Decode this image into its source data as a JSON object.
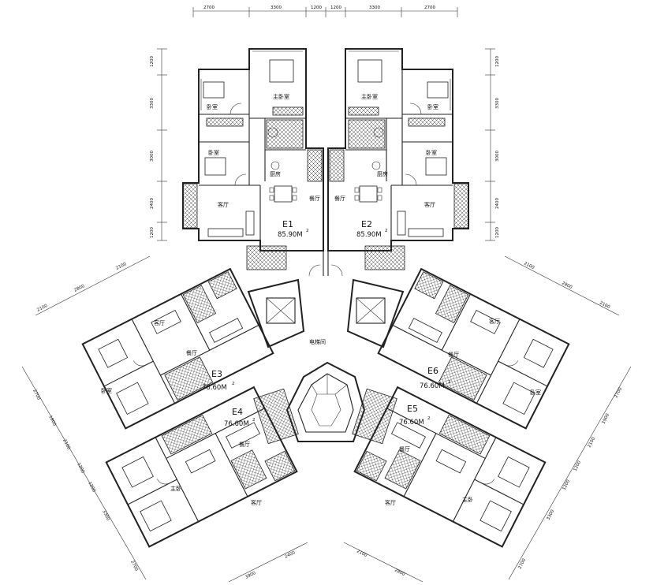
{
  "top_dimensions": [
    "2700",
    "3300",
    "1200",
    "1200",
    "3300",
    "2700"
  ],
  "left_dimensions_e1": [
    "1200",
    "3300",
    "3000",
    "2400",
    "1200"
  ],
  "right_dimensions_e2": [
    "1200",
    "3300",
    "3000",
    "2400",
    "1200"
  ],
  "units": [
    {
      "name": "E1",
      "area": "85.90M",
      "sup": "2"
    },
    {
      "name": "E2",
      "area": "85.90M",
      "sup": "2"
    },
    {
      "name": "E3",
      "area": "76.60M",
      "sup": "2"
    },
    {
      "name": "E4",
      "area": "76.60M",
      "sup": "2"
    },
    {
      "name": "E5",
      "area": "76.60M",
      "sup": "2"
    },
    {
      "name": "E6",
      "area": "76.60M",
      "sup": "2"
    }
  ],
  "elevator_hall": "电梯间",
  "room_labels": {
    "e1": [
      "主卧室",
      "卧室",
      "卧室",
      "客厅",
      "餐厅",
      "厨房"
    ],
    "e2": [
      "主卧室",
      "卧室",
      "卧室",
      "客厅",
      "餐厅",
      "厨房"
    ],
    "e3": [
      "客厅",
      "餐厅",
      "卧室"
    ],
    "e4": [
      "客厅",
      "餐厅",
      "主卧"
    ],
    "e5": [
      "客厅",
      "餐厅",
      "主卧"
    ],
    "e6": [
      "客厅",
      "餐厅",
      "卧室"
    ]
  },
  "upper_left_dimensions": [
    "2100",
    "2800",
    "2100"
  ],
  "left_side_dimensions": [
    "2700",
    "1900",
    "2100",
    "1200",
    "1200",
    "3300",
    "2700"
  ],
  "upper_right_dimensions": [
    "2100",
    "2800",
    "2100"
  ],
  "right_side_dimensions": [
    "2700",
    "1900",
    "2100",
    "1200",
    "1200",
    "3300",
    "2700"
  ],
  "bottom_dimensions_left": [
    "3900",
    "2400"
  ],
  "bottom_dimensions_right": [
    "2100",
    "2800"
  ]
}
